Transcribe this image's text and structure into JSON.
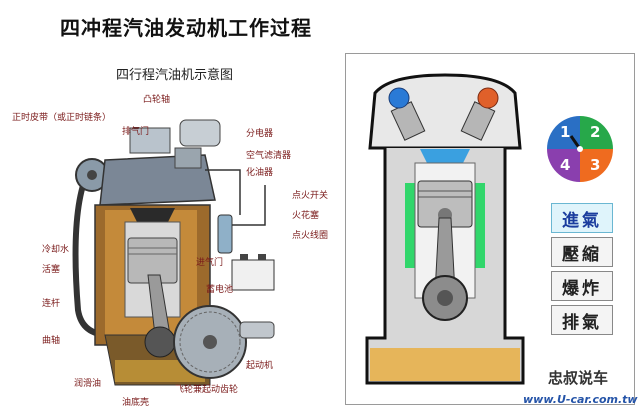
{
  "page": {
    "title": "四冲程汽油发动机工作过程"
  },
  "left_diagram": {
    "title": "四行程汽油机示意图",
    "labels": {
      "camshaft": "凸轮轴",
      "timing_belt": "正时皮带（或正时链条）",
      "exhaust_valve": "排气门",
      "distributor": "分电器",
      "air_filter": "空气滤清器",
      "carburetor": "化油器",
      "ignition_switch": "点火开关",
      "spark_plug": "火花塞",
      "ignition_coil": "点火线圈",
      "intake_valve": "进气门",
      "coolant": "冷却水",
      "piston": "活塞",
      "battery": "蓄电池",
      "connecting_rod": "连杆",
      "crankshaft": "曲轴",
      "starter_motor": "起动机",
      "lubricating_oil": "润滑油",
      "flywheel_ring_gear": "飞轮兼起动齿轮",
      "oil_pan": "油底壳"
    }
  },
  "right_panel": {
    "stroke_wheel": [
      "1",
      "2",
      "3",
      "4"
    ],
    "stroke_colors": {
      "1": "#2a6fc4",
      "2": "#27a84a",
      "3": "#ef6b1f",
      "4": "#8a3fae"
    },
    "strokes": [
      "進氣",
      "壓縮",
      "爆炸",
      "排氣"
    ],
    "active_stroke": "進氣"
  },
  "brand": "www.U-car.com.tw",
  "watermark": "忠叔说车"
}
